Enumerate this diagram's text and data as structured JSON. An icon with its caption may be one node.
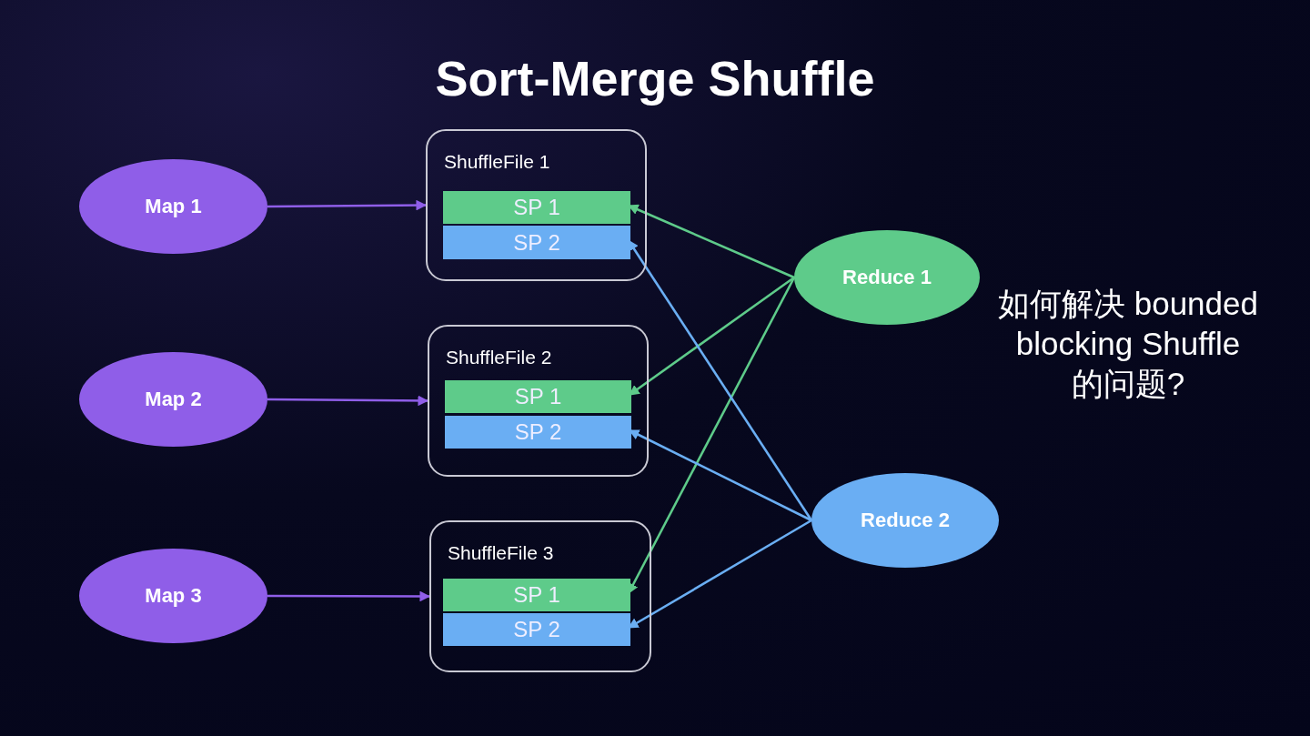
{
  "diagram": {
    "title": "Sort-Merge Shuffle",
    "nodes": [
      {
        "text": [
          "Map 1"
        ]
      },
      {
        "text": [
          "Map 2"
        ]
      },
      {
        "text": [
          "Map 3"
        ]
      },
      {
        "text": [
          "ShuffleFile 1"
        ]
      },
      {
        "text": [
          "SP 1"
        ],
        "in": 3
      },
      {
        "text": [
          "SP 2"
        ],
        "in": 3
      },
      {
        "text": [
          "ShuffleFile 2"
        ]
      },
      {
        "text": [
          "SP 1"
        ],
        "in": 6
      },
      {
        "text": [
          "SP 2"
        ],
        "in": 6
      },
      {
        "text": [
          "ShuffleFile 3"
        ]
      },
      {
        "text": [
          "SP 1"
        ],
        "in": 9
      },
      {
        "text": [
          "SP 2"
        ],
        "in": 9
      },
      {
        "text": [
          "Reduce 1"
        ]
      },
      {
        "text": [
          "Reduce 2"
        ]
      }
    ],
    "edges": [
      {
        "from": 0,
        "to": 3,
        "arrow": "to",
        "color": "#8f5ee8"
      },
      {
        "from": 1,
        "to": 6,
        "arrow": "to",
        "color": "#8f5ee8"
      },
      {
        "from": 2,
        "to": 9,
        "arrow": "to",
        "color": "#8f5ee8"
      },
      {
        "from": 12,
        "to": 4,
        "arrow": "to",
        "color": "#5ecb8a"
      },
      {
        "from": 12,
        "to": 7,
        "arrow": "to",
        "color": "#5ecb8a"
      },
      {
        "from": 12,
        "to": 10,
        "arrow": "to",
        "color": "#5ecb8a"
      },
      {
        "from": 13,
        "to": 5,
        "arrow": "to",
        "color": "#6aaef3"
      },
      {
        "from": 13,
        "to": 8,
        "arrow": "to",
        "color": "#6aaef3"
      },
      {
        "from": 13,
        "to": 11,
        "arrow": "to",
        "color": "#6aaef3"
      }
    ],
    "labels": [
      "如何解决 bounded blocking Shuffle 的问题?"
    ]
  }
}
